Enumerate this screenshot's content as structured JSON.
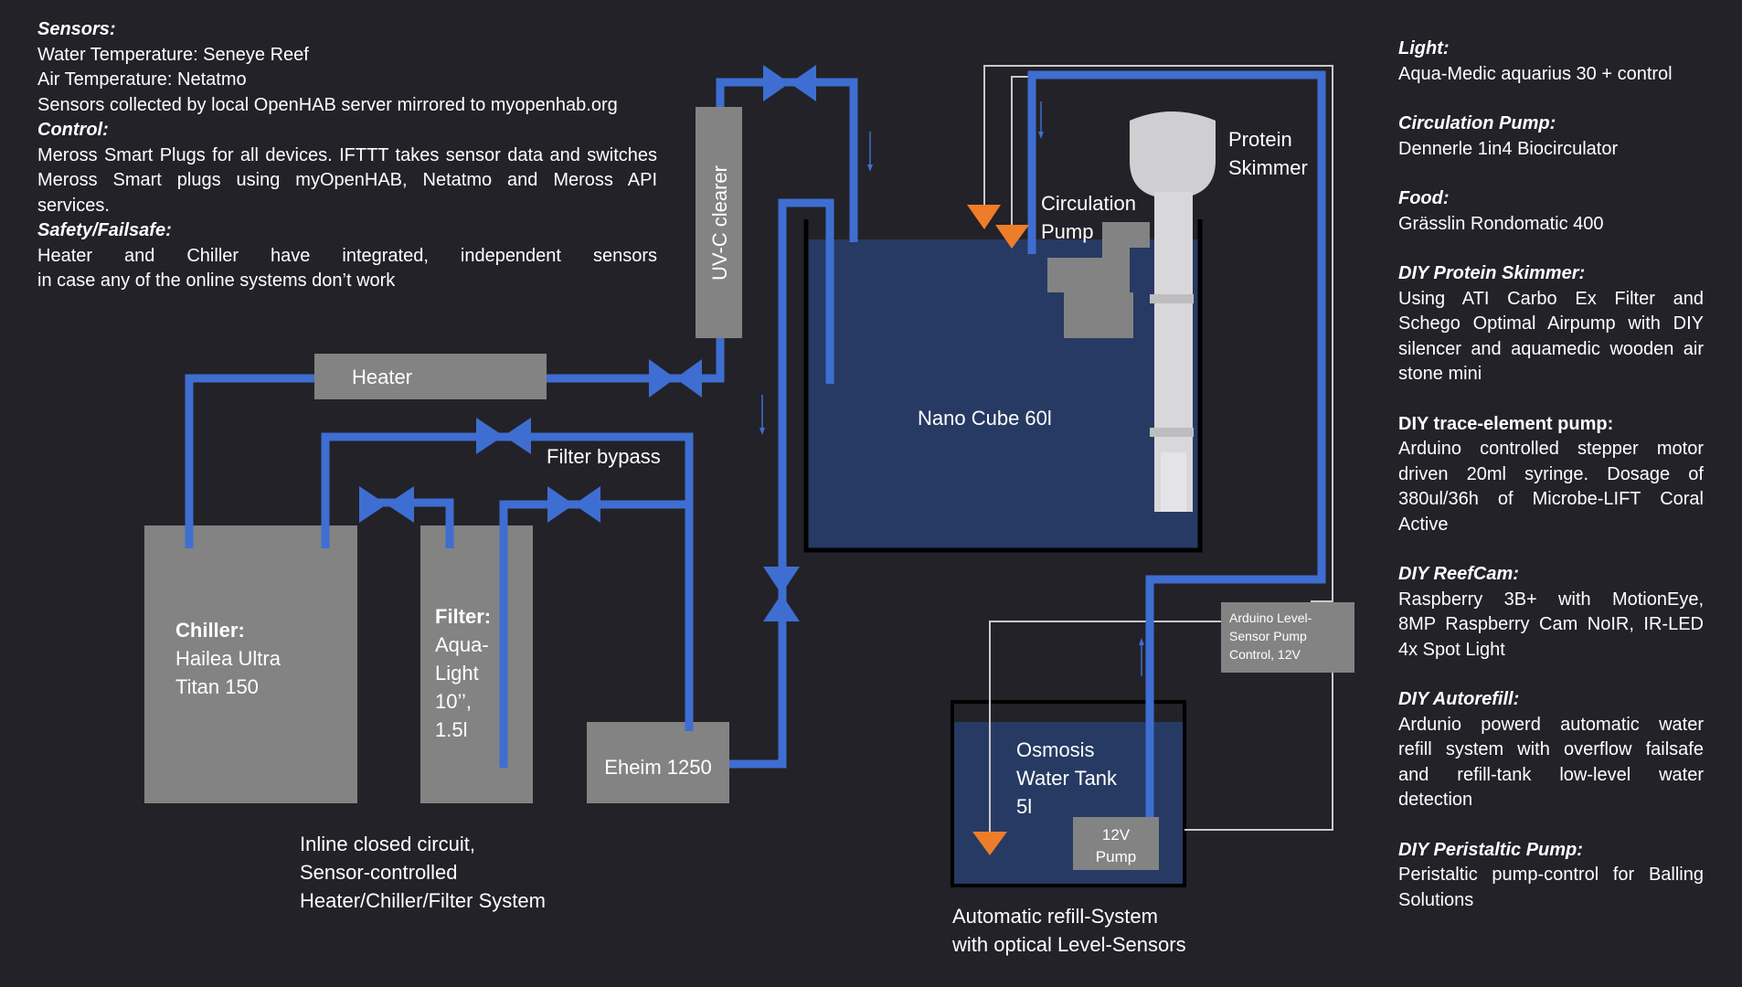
{
  "colors": {
    "background": "#232228",
    "pipe": "#3e6ed1",
    "device": "#838383",
    "tank_water": "#273a63",
    "arrow_orange": "#ee7d2a",
    "wire": "#c9c9c9"
  },
  "left_notes": {
    "sensors_heading": "Sensors:",
    "sensors_lines": [
      "Water Temperature: Seneye Reef",
      "Air Temperature: Netatmo",
      "Sensors collected by local OpenHAB server mirrored to myopenhab.org"
    ],
    "control_heading": "Control:",
    "control_lines": [
      "Meross Smart Plugs for all devices. IFTTT takes sensor data and switches",
      "Meross Smart plugs using myOpenHAB, Netatmo and Meross API",
      "services."
    ],
    "safety_heading": "Safety/Failsafe:",
    "safety_lines": [
      "Heater and Chiller have integrated, independent sensors",
      "in case any of the online systems don’t work"
    ]
  },
  "right_notes": [
    {
      "heading": "Light:",
      "italic": true,
      "lines": [
        "Aqua-Medic aquarius 30 + control"
      ]
    },
    {
      "heading": "Circulation Pump:",
      "italic": true,
      "lines": [
        "Dennerle 1in4 Biocirculator"
      ]
    },
    {
      "heading": "Food:",
      "italic": true,
      "lines": [
        "Grässlin Rondomatic 400"
      ]
    },
    {
      "heading": "DIY Protein Skimmer:",
      "italic": true,
      "lines": [
        "Using ATI Carbo Ex Filter and",
        "Schego Optimal Airpump with DIY",
        "silencer and aquamedic wooden air",
        "stone mini"
      ]
    },
    {
      "heading": "DIY trace-element pump:",
      "italic": false,
      "lines": [
        "Arduino controlled stepper motor",
        "driven 20ml syringe. Dosage of",
        "380ul/36h of Microbe-LIFT Coral",
        "Active"
      ]
    },
    {
      "heading": "DIY ReefCam:",
      "italic": true,
      "lines": [
        "Raspberry 3B+ with MotionEye,",
        "8MP Raspberry Cam NoIR, IR-LED",
        "4x Spot Light"
      ]
    },
    {
      "heading": "DIY Autorefill:",
      "italic": true,
      "lines": [
        "Ardunio powerd automatic water",
        "refill system with overflow failsafe",
        "and refill-tank low-level water",
        "detection"
      ]
    },
    {
      "heading": "DIY Peristaltic Pump:",
      "italic": true,
      "lines": [
        "Peristaltic pump-control for Balling",
        "Solutions"
      ]
    }
  ],
  "diagram": {
    "heater": "Heater",
    "uvc": "UV-C clearer",
    "filter_bypass": "Filter bypass",
    "chiller_title": "Chiller:",
    "chiller_lines": [
      "Hailea Ultra",
      "Titan 150"
    ],
    "filter_title": "Filter:",
    "filter_lines": [
      "Aqua-",
      "Light",
      "10’’,",
      "1.5l"
    ],
    "eheim": "Eheim 1250",
    "inline_caption": [
      "Inline closed circuit,",
      "Sensor-controlled",
      "Heater/Chiller/Filter System"
    ],
    "tank": "Nano Cube 60l",
    "circ_pump": [
      "Circulation",
      "Pump"
    ],
    "skimmer": [
      "Protein",
      "Skimmer"
    ],
    "arduino": [
      "Arduino Level-",
      "Sensor Pump",
      "Control, 12V"
    ],
    "osmosis": [
      "Osmosis",
      "Water Tank",
      "5l"
    ],
    "pump12v": [
      "12V",
      "Pump"
    ],
    "refill_caption": [
      "Automatic refill-System",
      "with optical Level-Sensors"
    ]
  }
}
